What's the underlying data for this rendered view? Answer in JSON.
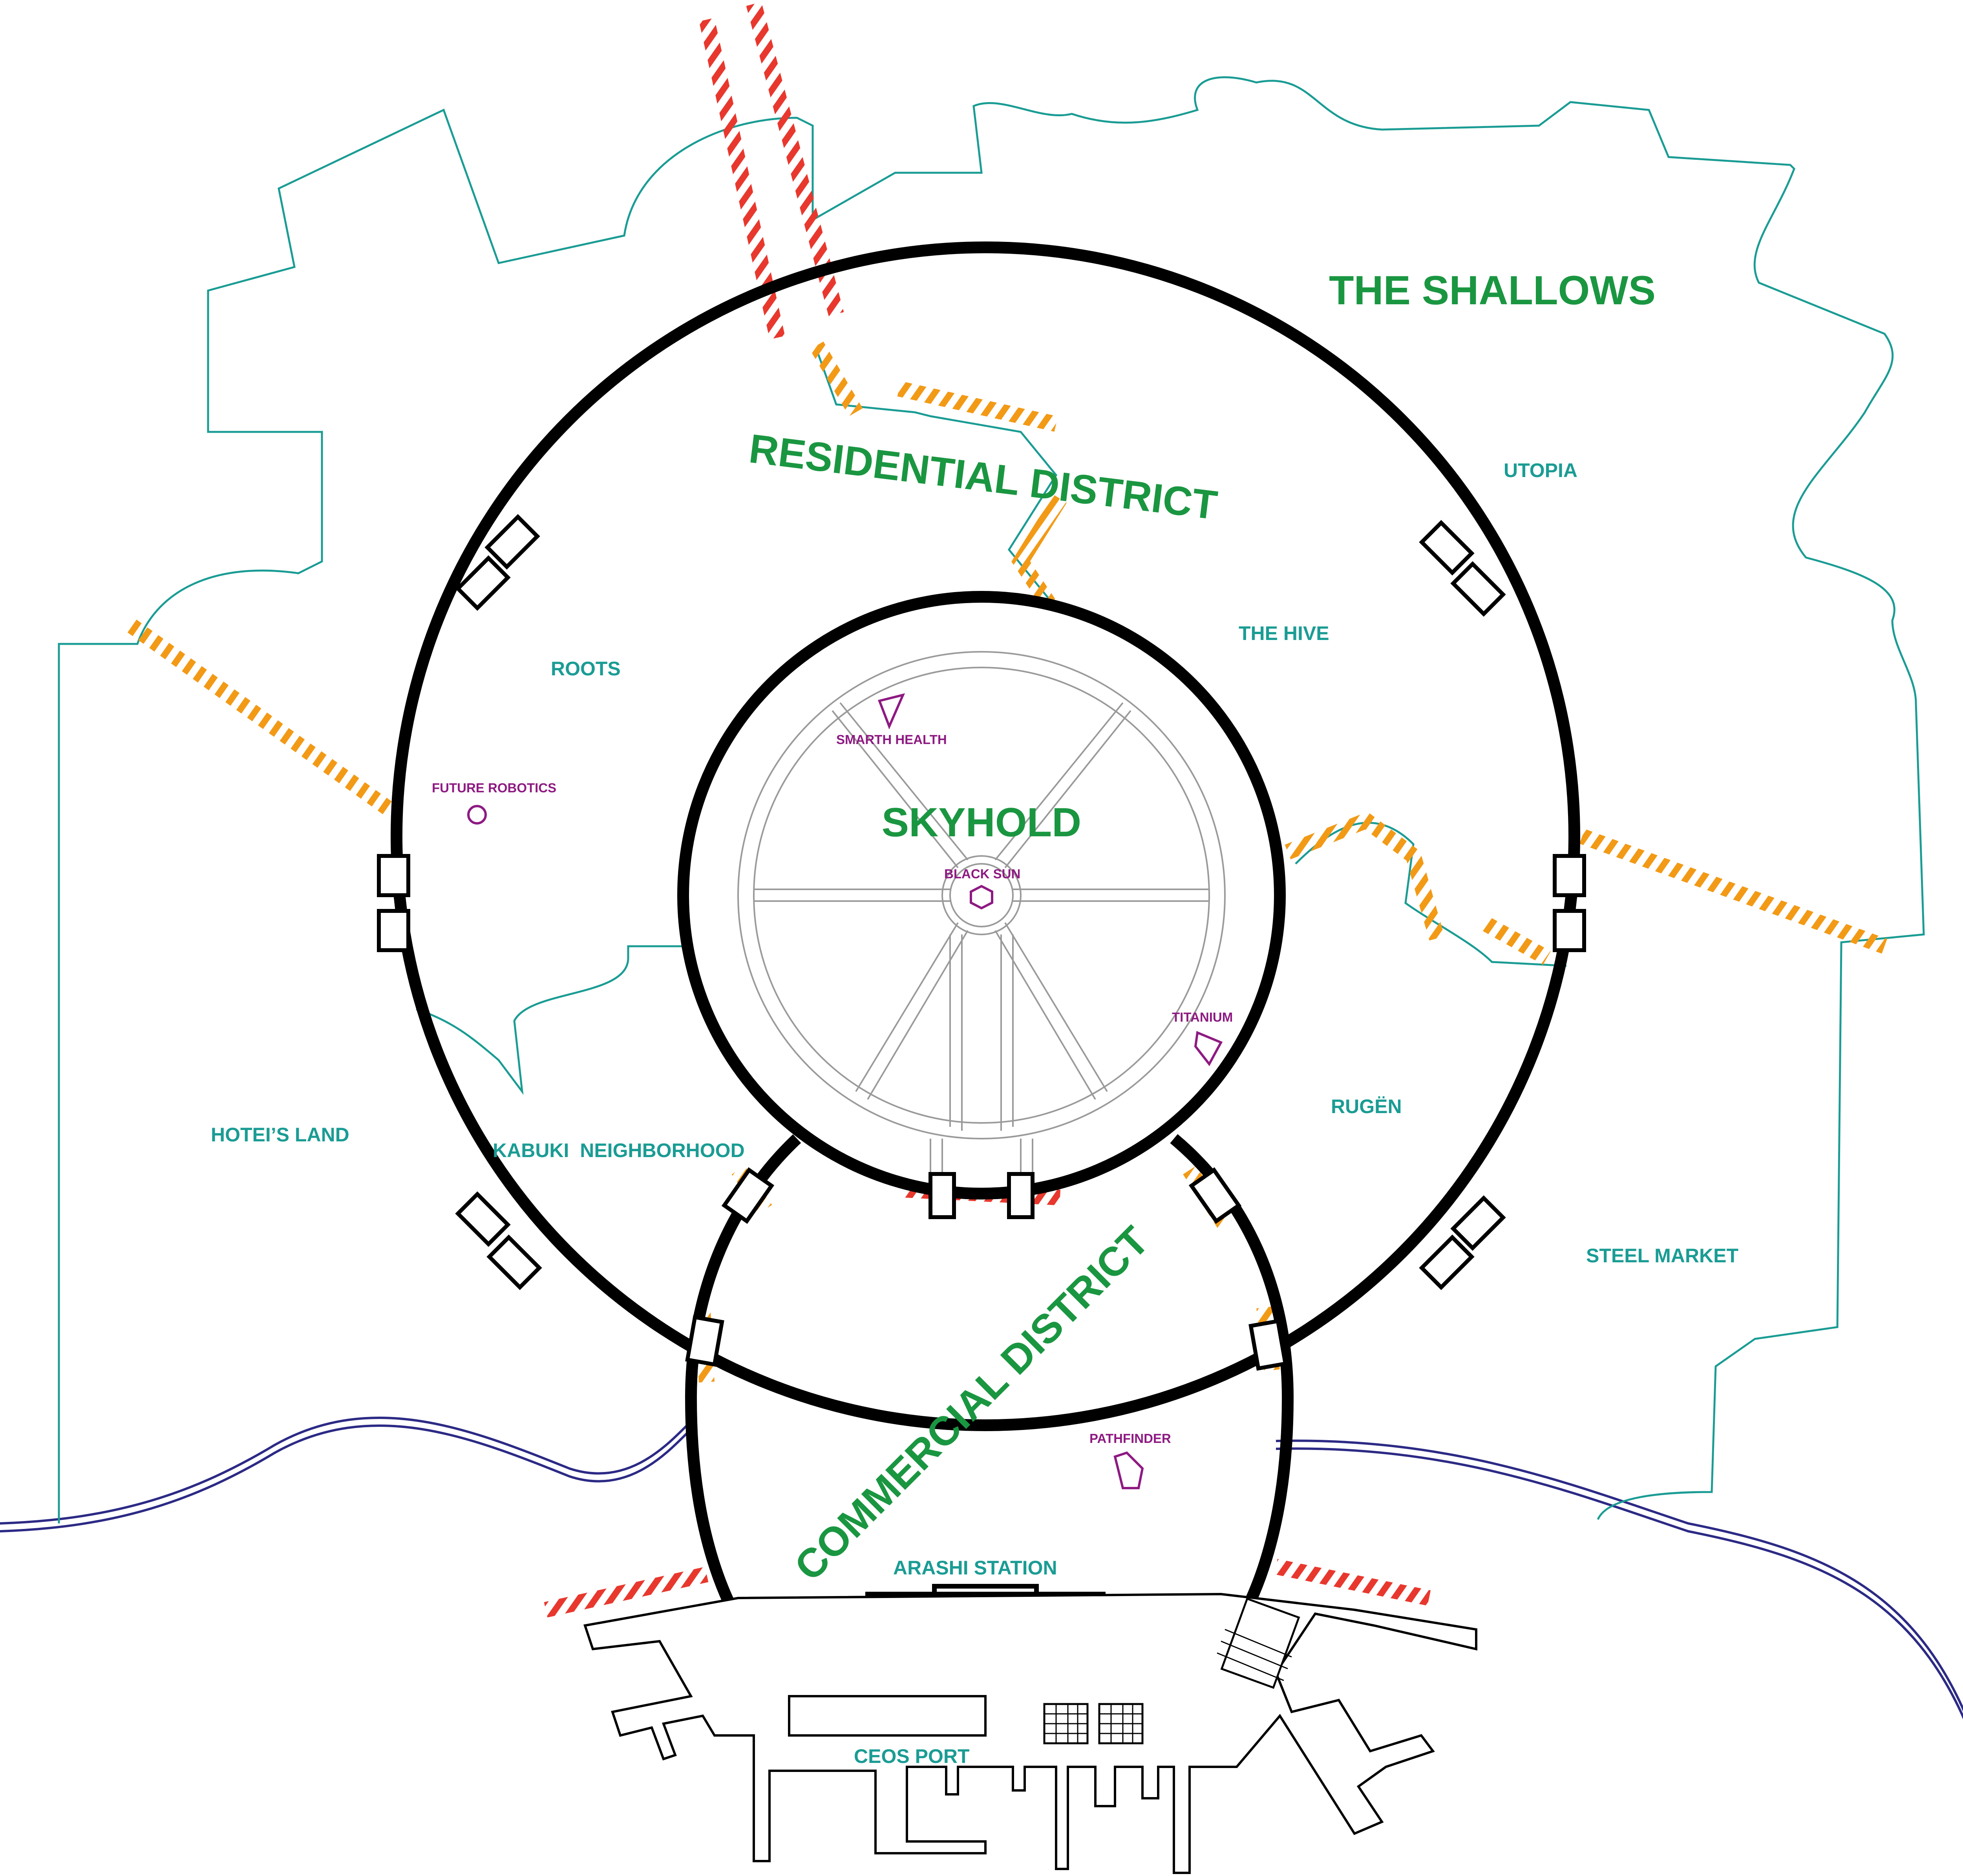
{
  "colors": {
    "district_label": "#1a9641",
    "neighborhood_label": "#1a9c94",
    "corporation_label": "#8e1a82",
    "boundary_line": "#1a9c94",
    "river": "#2c2a85",
    "wall": "#000000",
    "checkpoint_orange": "#f29a16",
    "checkpoint_red": "#e8382e",
    "skyhold_grid": "#9a9a9a"
  },
  "districts": {
    "shallows": "THE SHALLOWS",
    "residential": "RESIDENTIAL DISTRICT",
    "skyhold": "SKYHOLD",
    "commercial": "COMMERCIAL DISTRICT"
  },
  "neighborhoods": {
    "utopia": "UTOPIA",
    "the_hive": "THE HIVE",
    "roots": "ROOTS",
    "hoteis_land": "HOTEI’S LAND",
    "kabuki": "KABUKI  NEIGHBORHOOD",
    "rugen": "RUGËN",
    "steel_market": "STEEL MARKET",
    "arashi_station": "ARASHI STATION",
    "ceos_port": "CEOS PORT"
  },
  "corporations": {
    "smarth_health": "SMARTH HEALTH",
    "future_robotics": "FUTURE ROBOTICS",
    "black_sun": "BLACK SUN",
    "titanium": "TITANIUM",
    "pathfinder": "PATHFINDER"
  },
  "icons": {
    "smarth_health": "triangle-marker-icon",
    "future_robotics": "circle-marker-icon",
    "black_sun": "hexagon-marker-icon",
    "titanium": "quad-marker-icon",
    "pathfinder": "pentagon-marker-icon"
  }
}
